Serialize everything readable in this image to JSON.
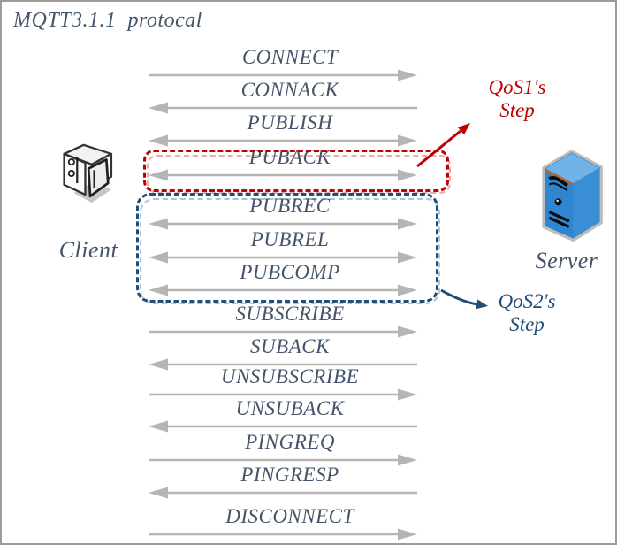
{
  "frame": {
    "title": "MQTT3.1.1  protocal"
  },
  "client": {
    "label": "Client"
  },
  "server": {
    "label": "Server"
  },
  "messages": [
    {
      "label": "CONNECT",
      "direction": "right"
    },
    {
      "label": "CONNACK",
      "direction": "left"
    },
    {
      "label": "PUBLISH",
      "direction": "both"
    },
    {
      "label": "PUBACK",
      "direction": "both",
      "group": "qos1"
    },
    {
      "label": "PUBREC",
      "direction": "both",
      "group": "qos2"
    },
    {
      "label": "PUBREL",
      "direction": "both",
      "group": "qos2"
    },
    {
      "label": "PUBCOMP",
      "direction": "both",
      "group": "qos2"
    },
    {
      "label": "SUBSCRIBE",
      "direction": "right"
    },
    {
      "label": "SUBACK",
      "direction": "left"
    },
    {
      "label": "UNSUBSCRIBE",
      "direction": "right"
    },
    {
      "label": "UNSUBACK",
      "direction": "left"
    },
    {
      "label": "PINGREQ",
      "direction": "right"
    },
    {
      "label": "PINGRESP",
      "direction": "left"
    },
    {
      "label": "DISCONNECT",
      "direction": "right"
    }
  ],
  "annotations": {
    "qos1": {
      "line1": "QoS1's",
      "line2": "Step"
    },
    "qos2": {
      "line1": "QoS2's",
      "line2": "Step"
    }
  },
  "colors": {
    "label_text": "#44546a",
    "arrow": "#b5b5b5",
    "qos1_accent": "#c00000",
    "qos2_accent": "#1f4e79",
    "frame_border": "#9c9c9c",
    "server_blue": "#2e86d0"
  }
}
